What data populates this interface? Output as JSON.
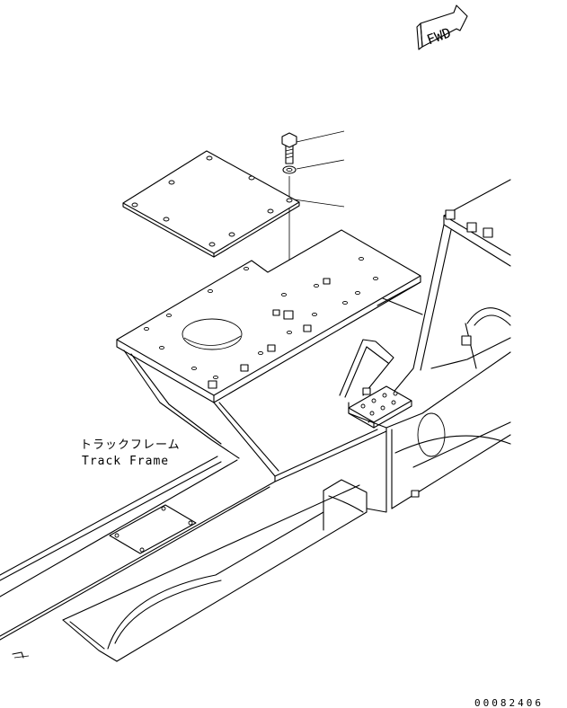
{
  "direction_marker": {
    "text": "FWD"
  },
  "label": {
    "japanese": "トラックフレーム",
    "english": "Track Frame"
  },
  "drawing_code": "00082406",
  "colors": {
    "ink": "#000000",
    "paper": "#ffffff"
  }
}
